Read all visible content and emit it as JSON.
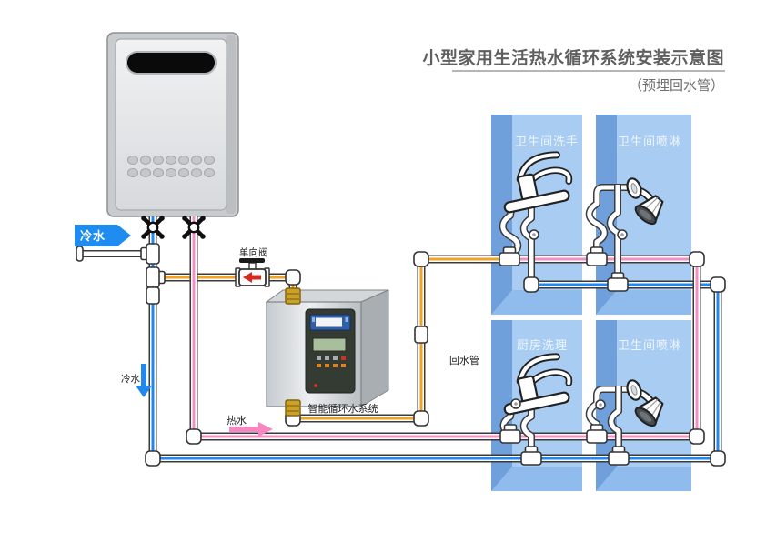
{
  "title": {
    "main": "小型家用生活热水循环系统安装示意图",
    "sub": "（预埋回水管）"
  },
  "labels": {
    "cold_inlet": "冷水",
    "cold_drop": "冷水",
    "hot_flow": "热水",
    "check_valve": "单向阀",
    "return_pipe": "回水管",
    "pump_unit": "智能循环水系统"
  },
  "panels": [
    {
      "label": "卫生间洗手"
    },
    {
      "label": "卫生间喷淋"
    },
    {
      "label": "厨房洗理"
    },
    {
      "label": "卫生间喷淋"
    }
  ],
  "colors": {
    "hot": "#F48FC4",
    "cold": "#2288F0",
    "return": "#F0A325",
    "tag_blue": "#1E8CF0",
    "hot_arrow": "#F787C3",
    "panel_dark": "#6FA0DC",
    "panel_light": "#A9CDF2",
    "panel_floor": "#8FBCEC"
  }
}
